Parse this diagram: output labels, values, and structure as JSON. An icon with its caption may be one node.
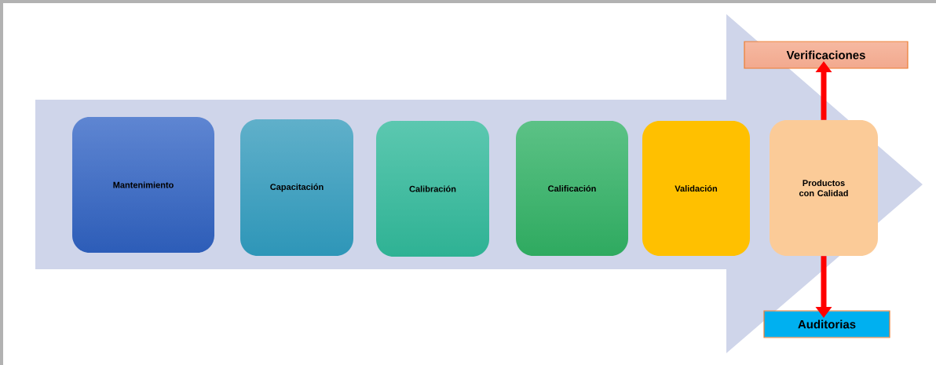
{
  "diagram": {
    "nodes": [
      {
        "text": [
          "Mantenimiento"
        ]
      },
      {
        "text": [
          "Capacitación"
        ]
      },
      {
        "text": [
          "Calibración"
        ]
      },
      {
        "text": [
          "Calificación"
        ]
      },
      {
        "text": [
          "Validación"
        ]
      },
      {
        "text": [
          "Productos con Calidad"
        ]
      },
      {
        "text": [
          "Verificaciones"
        ]
      },
      {
        "text": [
          "Auditorias"
        ]
      }
    ],
    "edges": [
      {
        "from": 5,
        "to": 6,
        "arrow": "to"
      },
      {
        "from": 5,
        "to": 7,
        "arrow": "to"
      }
    ]
  }
}
